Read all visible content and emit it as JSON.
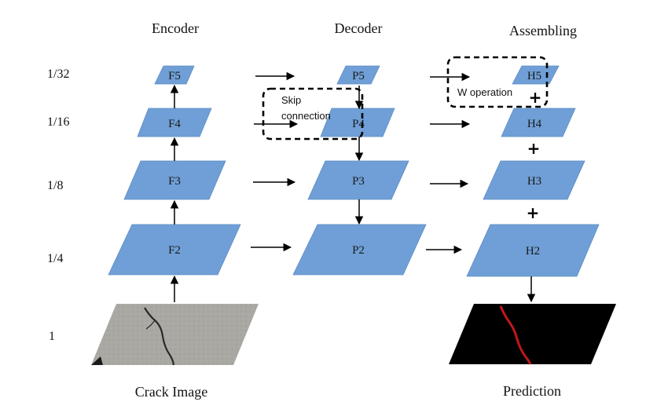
{
  "columns": {
    "encoder": "Encoder",
    "decoder": "Decoder",
    "assembling": "Assembling"
  },
  "scales": [
    "1/32",
    "1/16",
    "1/8",
    "1/4",
    "1"
  ],
  "encoder_blocks": [
    "F5",
    "F4",
    "F3",
    "F2"
  ],
  "decoder_blocks": [
    "P5",
    "P4",
    "P3",
    "P2"
  ],
  "assembling_blocks": [
    "H5",
    "H4",
    "H3",
    "H2"
  ],
  "annotations": {
    "skip_line1": "Skip",
    "skip_line2": "connection",
    "w_operation": "W operation",
    "plus_sign": "+"
  },
  "captions": {
    "input": "Crack Image",
    "output": "Prediction"
  },
  "colors": {
    "block_fill": "#6f9fd6",
    "prediction_bg": "#000000",
    "crack_line": "#c01818"
  }
}
